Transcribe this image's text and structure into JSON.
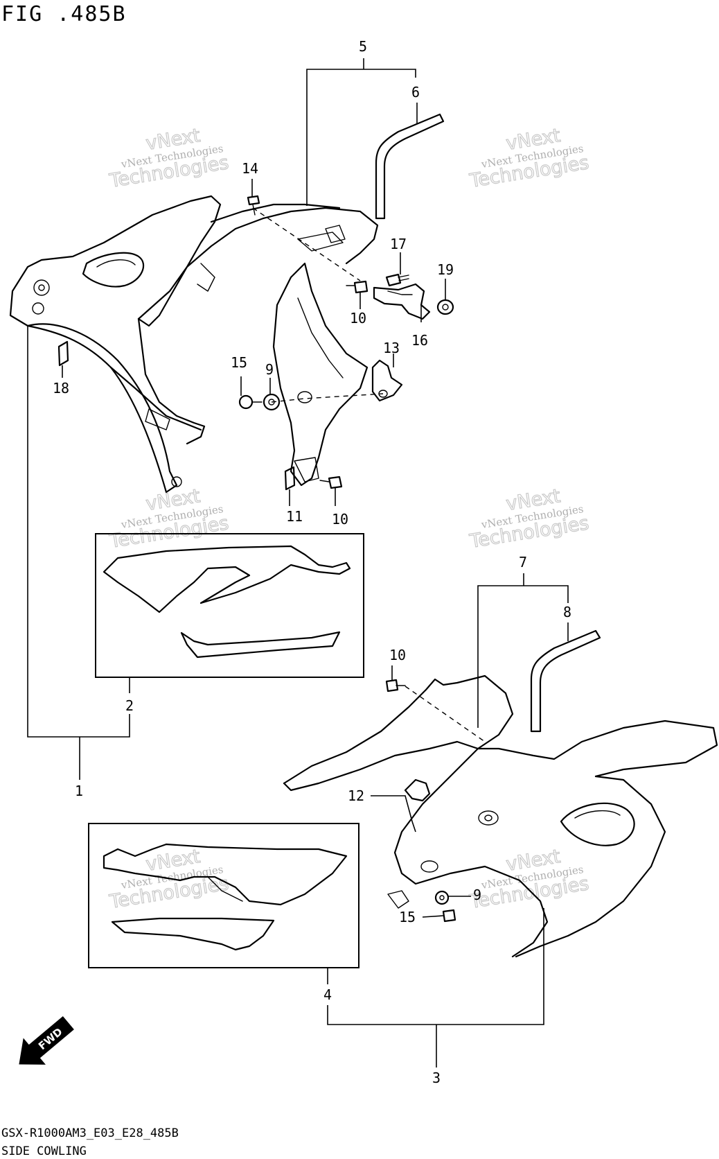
{
  "figure": {
    "title": "FIG .485B",
    "footer_code": "GSX-R1000AM3_E03_E28_485B",
    "footer_name": "SIDE COWLING"
  },
  "watermark": {
    "line1": "vNext Technologies",
    "line2": "vNext",
    "line3": "Technologies"
  },
  "fwd_label": "FWD",
  "callouts": {
    "c1": "1",
    "c2": "2",
    "c3": "3",
    "c4": "4",
    "c5": "5",
    "c6": "6",
    "c7": "7",
    "c8": "8",
    "c9a": "9",
    "c9b": "9",
    "c10a": "10",
    "c10b": "10",
    "c10c": "10",
    "c11": "11",
    "c12": "12",
    "c13": "13",
    "c14": "14",
    "c15a": "15",
    "c15b": "15",
    "c16": "16",
    "c17": "17",
    "c18": "18",
    "c19": "19"
  }
}
